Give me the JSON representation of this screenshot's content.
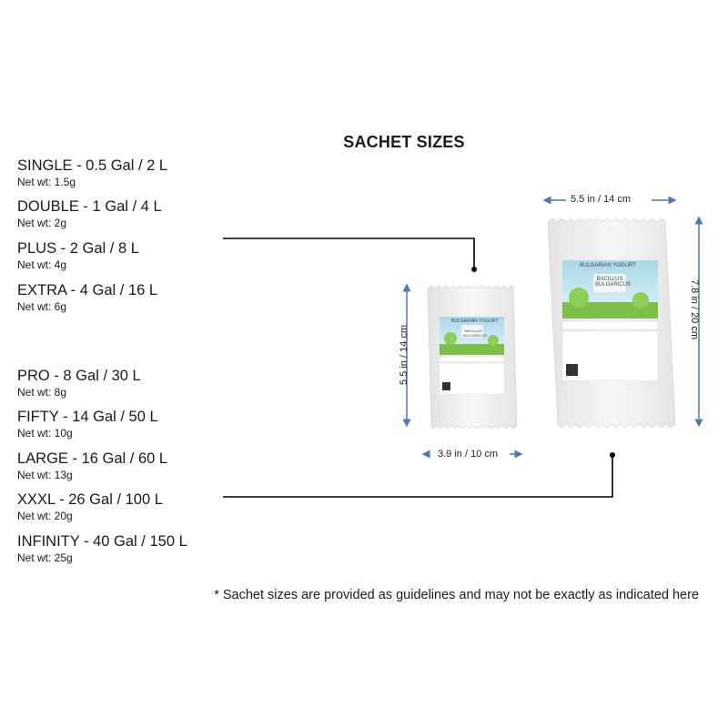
{
  "title": "SACHET SIZES",
  "sizes": [
    {
      "name": "SINGLE - 0.5 Gal / 2 L",
      "net_wt": "Net wt: 1.5g"
    },
    {
      "name": "DOUBLE - 1 Gal / 4 L",
      "net_wt": "Net wt: 2g"
    },
    {
      "name": "PLUS - 2 Gal / 8 L",
      "net_wt": "Net wt: 4g"
    },
    {
      "name": "EXTRA - 4 Gal / 16 L",
      "net_wt": "Net wt: 6g"
    },
    {
      "name": "PRO - 8 Gal / 30 L",
      "net_wt": "Net wt: 8g"
    },
    {
      "name": "FIFTY - 14 Gal / 50 L",
      "net_wt": "Net wt: 10g"
    },
    {
      "name": "LARGE - 16 Gal / 60 L",
      "net_wt": "Net wt: 13g"
    },
    {
      "name": "XXXL - 26 Gal / 100 L",
      "net_wt": "Net wt: 20g"
    },
    {
      "name": "INFINITY - 40 Gal / 150 L",
      "net_wt": "Net wt: 25g"
    }
  ],
  "small_sachet": {
    "height": "5.5 in / 14 cm",
    "width": "3.9 in / 10 cm",
    "brand_label": "BULGARIAN YOGURT",
    "product_label": "BACILLUS BULGARICUS"
  },
  "large_sachet": {
    "width": "5.5 in / 14 cm",
    "height": "7.8 in / 20 cm",
    "brand_label": "BULGARIAN YOGURT",
    "product_label": "BACILLUS BULGARICUS"
  },
  "footnote": "* Sachet sizes are provided as guidelines and may not be exactly as indicated here",
  "colors": {
    "dimension_arrow": "#4a78b8",
    "connector": "#000000",
    "label_sky": "#bfe3ef",
    "label_grass": "#7cc04a"
  }
}
